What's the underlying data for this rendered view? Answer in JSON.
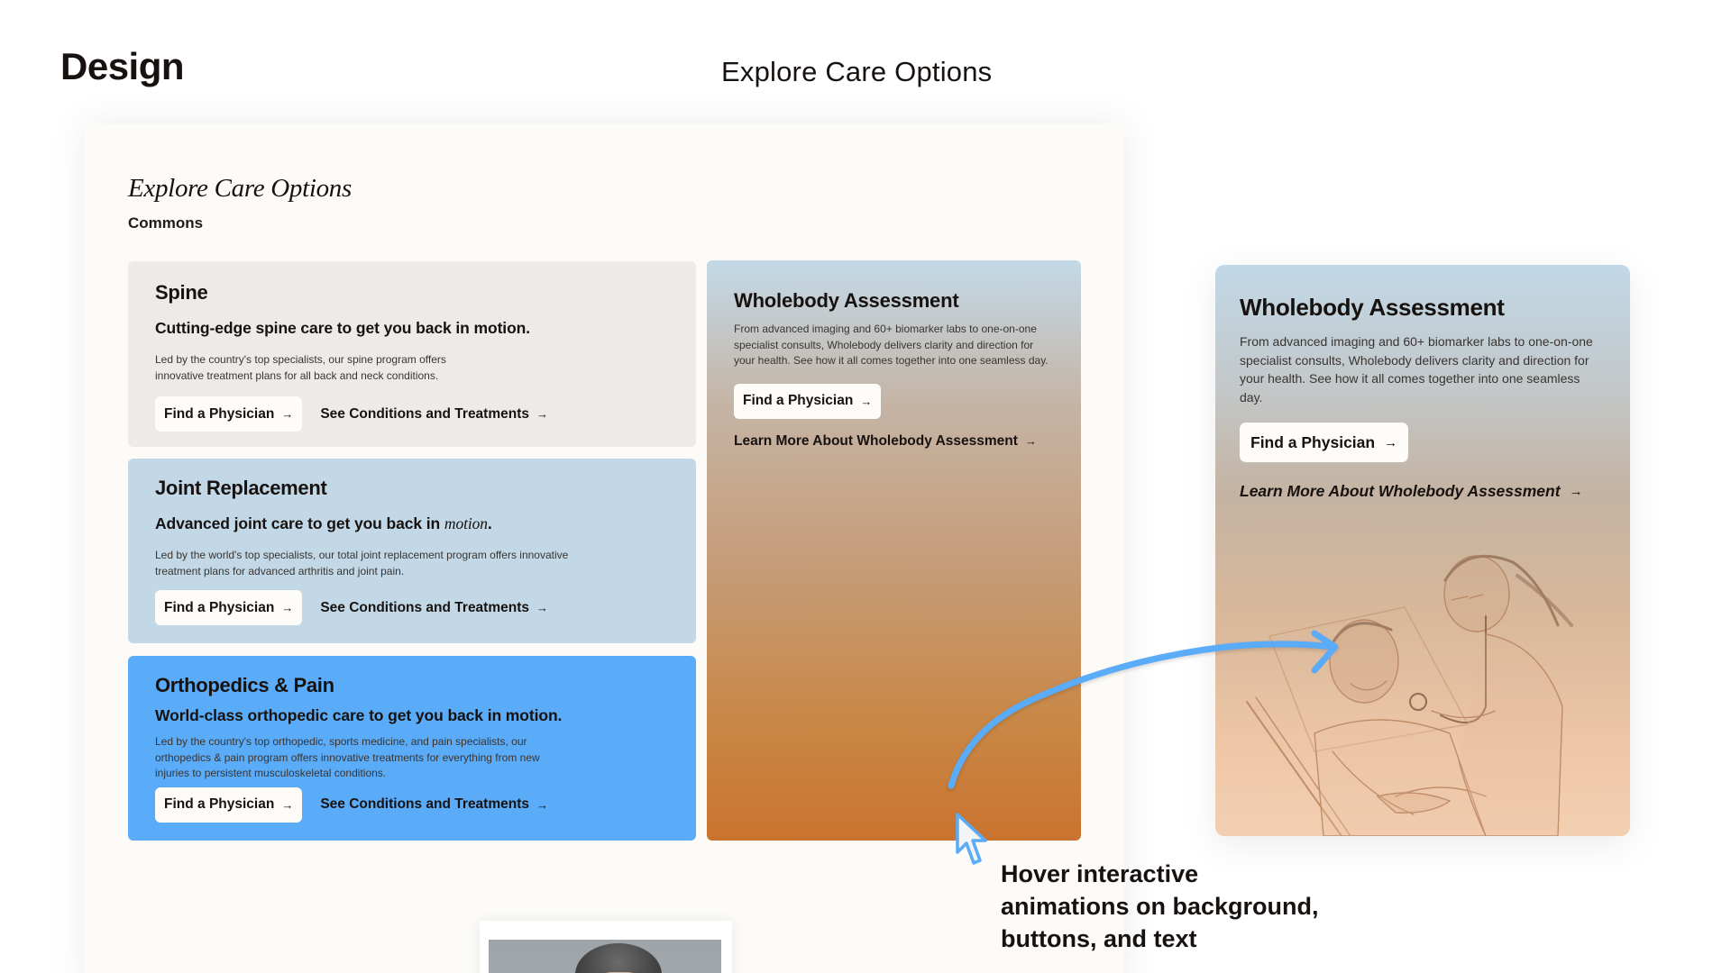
{
  "header": {
    "section_label": "Design",
    "center_title": "Explore Care Options"
  },
  "frame": {
    "title": "Explore Care Options",
    "subtitle": "Commons",
    "cards": [
      {
        "title": "Spine",
        "tagline": "Cutting-edge spine care to get you back in motion.",
        "description": "Led by the country's top specialists, our spine program offers innovative treatment plans for all back and neck conditions.",
        "primary_button": "Find a Physician",
        "secondary_link": "See Conditions and Treatments",
        "background": "#ecebe8"
      },
      {
        "title": "Joint Replacement",
        "tagline_prefix": "Advanced joint care to get you back in ",
        "tagline_emphasis": "motion",
        "tagline_suffix": ".",
        "description": "Led by the world's top specialists, our total joint replacement program offers innovative treatment plans for advanced arthritis and joint pain.",
        "primary_button": "Find a Physician",
        "secondary_link": "See Conditions and Treatments",
        "background": "#c2d8e7"
      },
      {
        "title": "Orthopedics & Pain",
        "tagline": "World-class orthopedic care to get you back in motion.",
        "description": "Led by the country's top orthopedic, sports medicine, and pain specialists, our orthopedics & pain program offers innovative treatments for everything from new injuries to persistent musculoskeletal conditions.",
        "primary_button": "Find a Physician",
        "secondary_link": "See Conditions and Treatments",
        "background": "#5aabf8"
      }
    ],
    "wholebody": {
      "title": "Wholebody Assessment",
      "description": "From advanced imaging and 60+ biomarker labs to one-on-one specialist consults, Wholebody delivers clarity and direction for your health. See how it all comes together into one seamless day.",
      "primary_button": "Find a Physician",
      "secondary_link": "Learn More About Wholebody Assessment",
      "gradient_top": "#c3d9e7",
      "gradient_bottom": "#ca7330"
    }
  },
  "hover_state_card": {
    "title": "Wholebody Assessment",
    "description": "From advanced imaging and 60+ biomarker labs to one-on-one specialist consults, Wholebody delivers clarity and direction for your health. See how it all comes together into one seamless day.",
    "primary_button": "Find a Physician",
    "secondary_link": "Learn More About Wholebody Assessment",
    "illustration": "doctor-with-stethoscope-examining-patient-sketch"
  },
  "annotation": {
    "text_line1": "Hover interactive",
    "text_line2": "animations on background,",
    "text_line3": "buttons, and text",
    "arrow_color": "#5aabf8"
  },
  "icons": {
    "arrow": "→"
  }
}
